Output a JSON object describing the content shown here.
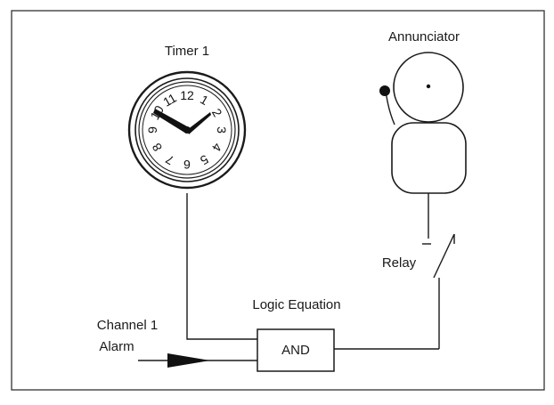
{
  "labels": {
    "timer": "Timer 1",
    "annunciator": "Annunciator",
    "relay": "Relay",
    "logic_equation": "Logic Equation",
    "gate": "AND",
    "channel_line1": "Channel 1",
    "channel_line2": "Alarm"
  },
  "clock": {
    "numerals": [
      "12",
      "1",
      "2",
      "3",
      "4",
      "5",
      "6",
      "7",
      "8",
      "9",
      "10",
      "11"
    ]
  }
}
